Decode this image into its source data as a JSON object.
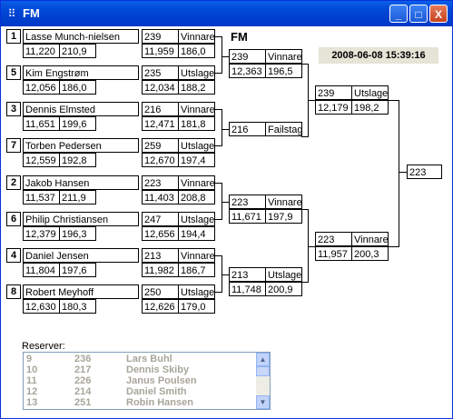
{
  "window": {
    "title": "FM",
    "minimize": "_",
    "maximize": "□",
    "close": "X",
    "icon": "grid-icon"
  },
  "header": {
    "title": "FM",
    "datetime": "2008-06-08 15:39:16"
  },
  "round1": [
    {
      "seed": "1",
      "name": "Lasse Munch-nielsen",
      "avg": "11,220",
      "speed": "210,9"
    },
    {
      "seed": "5",
      "name": "Kim Engstrøm",
      "avg": "12,056",
      "speed": "186,0"
    },
    {
      "seed": "3",
      "name": "Dennis Elmsted",
      "avg": "11,651",
      "speed": "199,6"
    },
    {
      "seed": "7",
      "name": "Torben Pedersen",
      "avg": "12,559",
      "speed": "192,8"
    },
    {
      "seed": "2",
      "name": "Jakob Hansen",
      "avg": "11,537",
      "speed": "211,9"
    },
    {
      "seed": "6",
      "name": "Philip Christiansen",
      "avg": "12,379",
      "speed": "196,3"
    },
    {
      "seed": "4",
      "name": "Daniel Jensen",
      "avg": "11,804",
      "speed": "197,6"
    },
    {
      "seed": "8",
      "name": "Robert Meyhoff",
      "avg": "12,630",
      "speed": "180,3"
    }
  ],
  "round1_results": [
    {
      "num": "239",
      "status": "Vinnare",
      "time": "11,959",
      "speed": "186,0"
    },
    {
      "num": "235",
      "status": "Utslagen",
      "time": "12,034",
      "speed": "188,2"
    },
    {
      "num": "216",
      "status": "Vinnare",
      "time": "12,471",
      "speed": "181,8"
    },
    {
      "num": "259",
      "status": "Utslagen",
      "time": "12,670",
      "speed": "197,4"
    },
    {
      "num": "223",
      "status": "Vinnare",
      "time": "11,403",
      "speed": "208,8"
    },
    {
      "num": "247",
      "status": "Utslagen",
      "time": "12,656",
      "speed": "194,4"
    },
    {
      "num": "213",
      "status": "Vinnare",
      "time": "11,982",
      "speed": "186,7"
    },
    {
      "num": "250",
      "status": "Utslagen",
      "time": "12,626",
      "speed": "179,0"
    }
  ],
  "round2": [
    {
      "num": "239",
      "status": "Vinnare",
      "time": "12,363",
      "speed": "196,5"
    },
    {
      "num": "216",
      "status": "Failstage",
      "time": "",
      "speed": ""
    },
    {
      "num": "223",
      "status": "Vinnare",
      "time": "11,671",
      "speed": "197,9"
    },
    {
      "num": "213",
      "status": "Utslagen",
      "time": "11,748",
      "speed": "200,9"
    }
  ],
  "round3": [
    {
      "num": "239",
      "status": "Utslagen",
      "time": "12,179",
      "speed": "198,2"
    },
    {
      "num": "223",
      "status": "Vinnare",
      "time": "11,957",
      "speed": "200,3"
    }
  ],
  "final": {
    "num": "223"
  },
  "reserves": {
    "label": "Reserver:",
    "rows": [
      {
        "pos": "9",
        "num": "236",
        "name": "Lars Buhl"
      },
      {
        "pos": "10",
        "num": "217",
        "name": "Dennis Skiby"
      },
      {
        "pos": "11",
        "num": "226",
        "name": "Janus Poulsen"
      },
      {
        "pos": "12",
        "num": "214",
        "name": "Daniel Smith"
      },
      {
        "pos": "13",
        "num": "251",
        "name": "Robin Hansen"
      }
    ]
  }
}
